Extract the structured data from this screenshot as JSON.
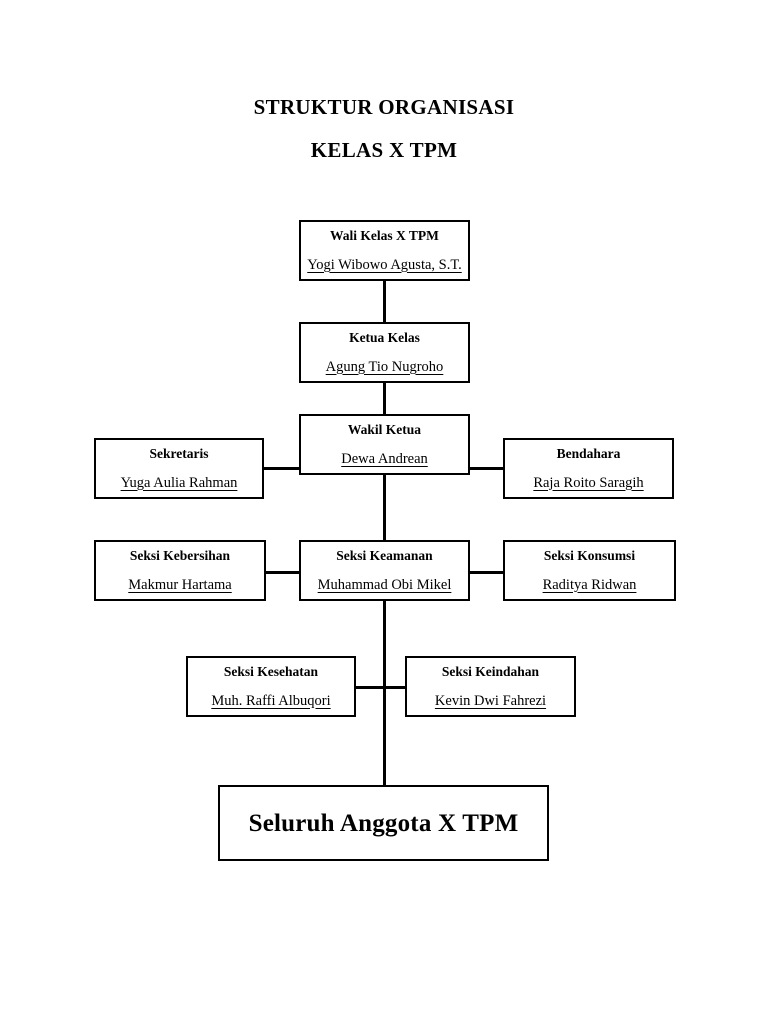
{
  "document": {
    "title_line_1": "STRUKTUR ORGANISASI",
    "title_line_2": "KELAS X TPM"
  },
  "chart": {
    "type": "org-chart",
    "nodes": [
      {
        "id": "wali-kelas",
        "role": "Wali Kelas X TPM",
        "person": "Yogi Wibowo Agusta, S.T."
      },
      {
        "id": "ketua-kelas",
        "role": "Ketua Kelas",
        "person": "Agung Tio Nugroho"
      },
      {
        "id": "wakil-ketua",
        "role": "Wakil Ketua",
        "person": "Dewa Andrean"
      },
      {
        "id": "sekretaris",
        "role": "Sekretaris",
        "person": "Yuga Aulia Rahman"
      },
      {
        "id": "bendahara",
        "role": "Bendahara",
        "person": "Raja Roito Saragih"
      },
      {
        "id": "seksi-kebersihan",
        "role": "Seksi Kebersihan",
        "person": "Makmur Hartama"
      },
      {
        "id": "seksi-keamanan",
        "role": "Seksi Keamanan",
        "person": "Muhammad Obi Mikel"
      },
      {
        "id": "seksi-konsumsi",
        "role": "Seksi Konsumsi",
        "person": "Raditya Ridwan"
      },
      {
        "id": "seksi-kesehatan",
        "role": "Seksi Kesehatan",
        "person": "Muh. Raffi Albuqori"
      },
      {
        "id": "seksi-keindahan",
        "role": "Seksi Keindahan",
        "person": "Kevin Dwi Fahrezi"
      },
      {
        "id": "seluruh-anggota",
        "role": "Seluruh Anggota X TPM",
        "person": ""
      }
    ],
    "colors": {
      "line": "#000000",
      "border": "#000000",
      "background": "#ffffff",
      "text": "#000000"
    }
  }
}
